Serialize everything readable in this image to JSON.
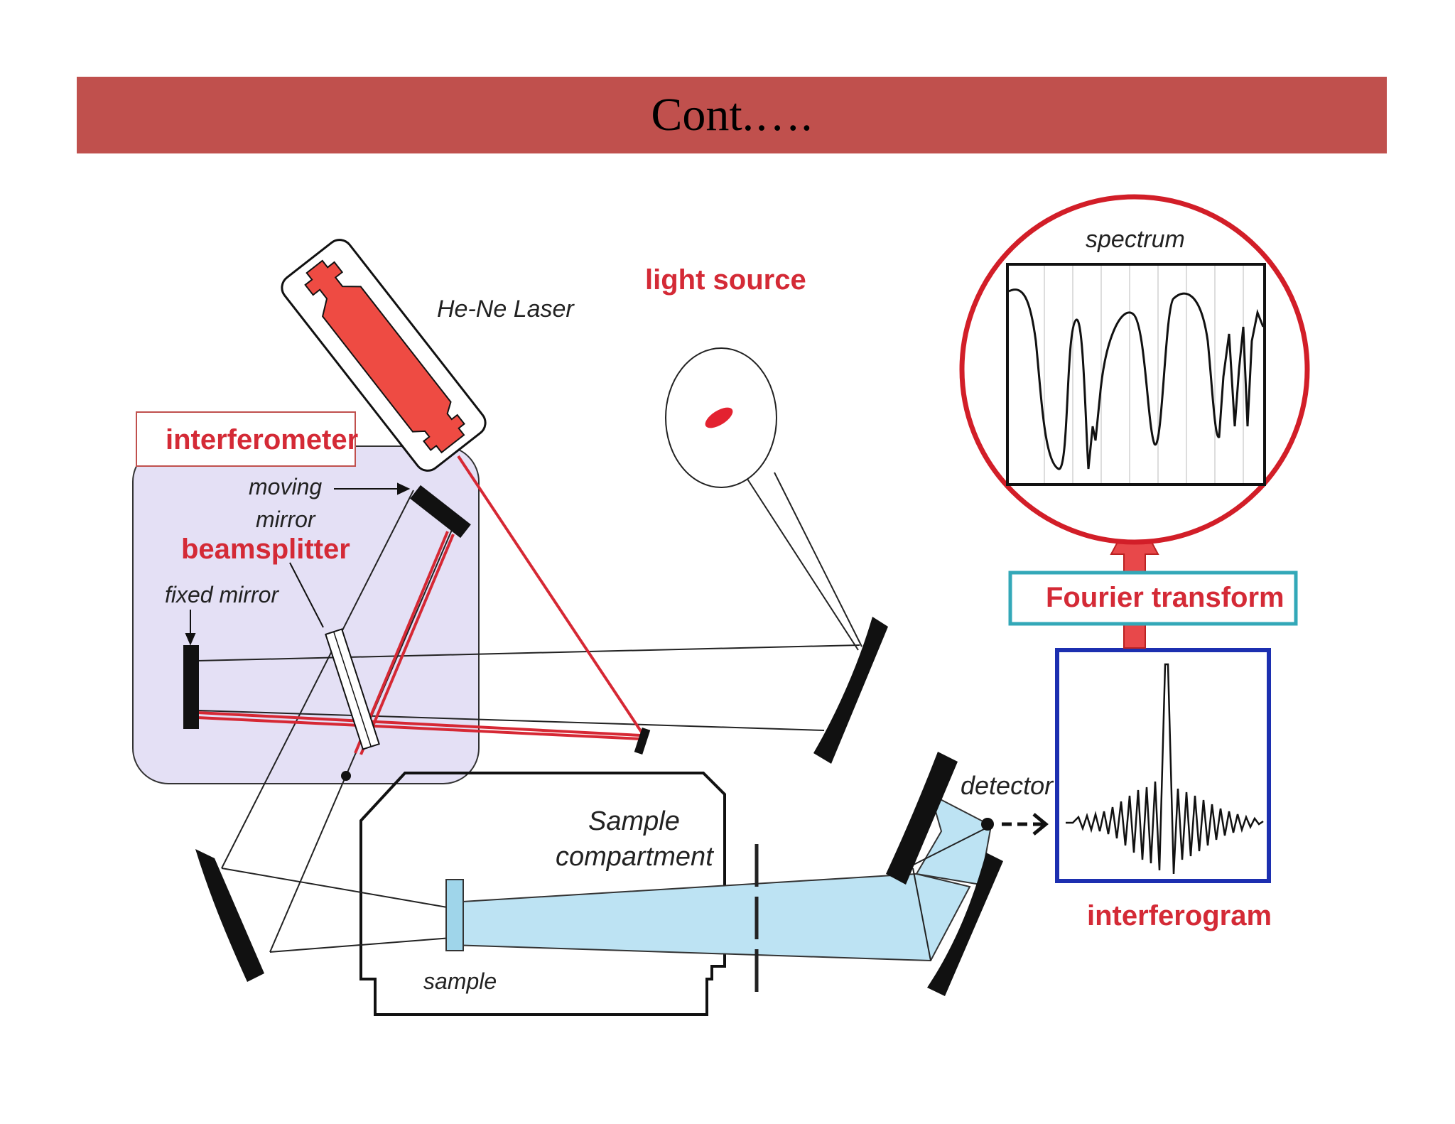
{
  "slide": {
    "title": "Cont.…."
  },
  "diagram": {
    "labels": {
      "he_ne_laser": "He-Ne Laser",
      "light_source": "light source",
      "interferometer": "interferometer",
      "moving_mirror_1": "moving",
      "moving_mirror_2": "mirror",
      "beamsplitter": "beamsplitter",
      "fixed_mirror": "fixed mirror",
      "sample_compartment_1": "Sample",
      "sample_compartment_2": "compartment",
      "sample": "sample",
      "detector": "detector",
      "spectrum": "spectrum",
      "fourier_transform": "Fourier transform",
      "interferogram": "interferogram"
    },
    "colors": {
      "title_bar": "#c0504d",
      "laser_body": "#ee4b43",
      "red_beam": "#d62834",
      "label_red": "#d42a36",
      "interferometer_box": "#e4e0f5",
      "sample_beam": "#bde3f3",
      "fourier_box_border": "#33a8b8",
      "interferogram_border": "#1c2fb0",
      "spectrum_circle": "#d21e28"
    }
  }
}
